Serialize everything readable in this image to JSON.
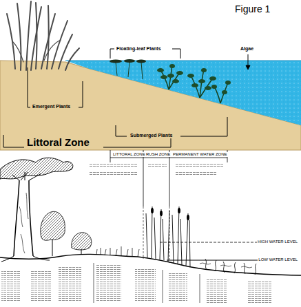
{
  "diagram": {
    "labels": [
      "Figure 1",
      "Floating-leaf Plants",
      "Algae",
      "Emergent Plants",
      "Submerged Plants",
      "Littoral Zone",
      "LITTORAL ZONE",
      "RUSH ZONE",
      "PERMANENT WATER ZONE",
      "HIGH WATER LEVEL",
      "LOW WATER LEVEL"
    ]
  }
}
